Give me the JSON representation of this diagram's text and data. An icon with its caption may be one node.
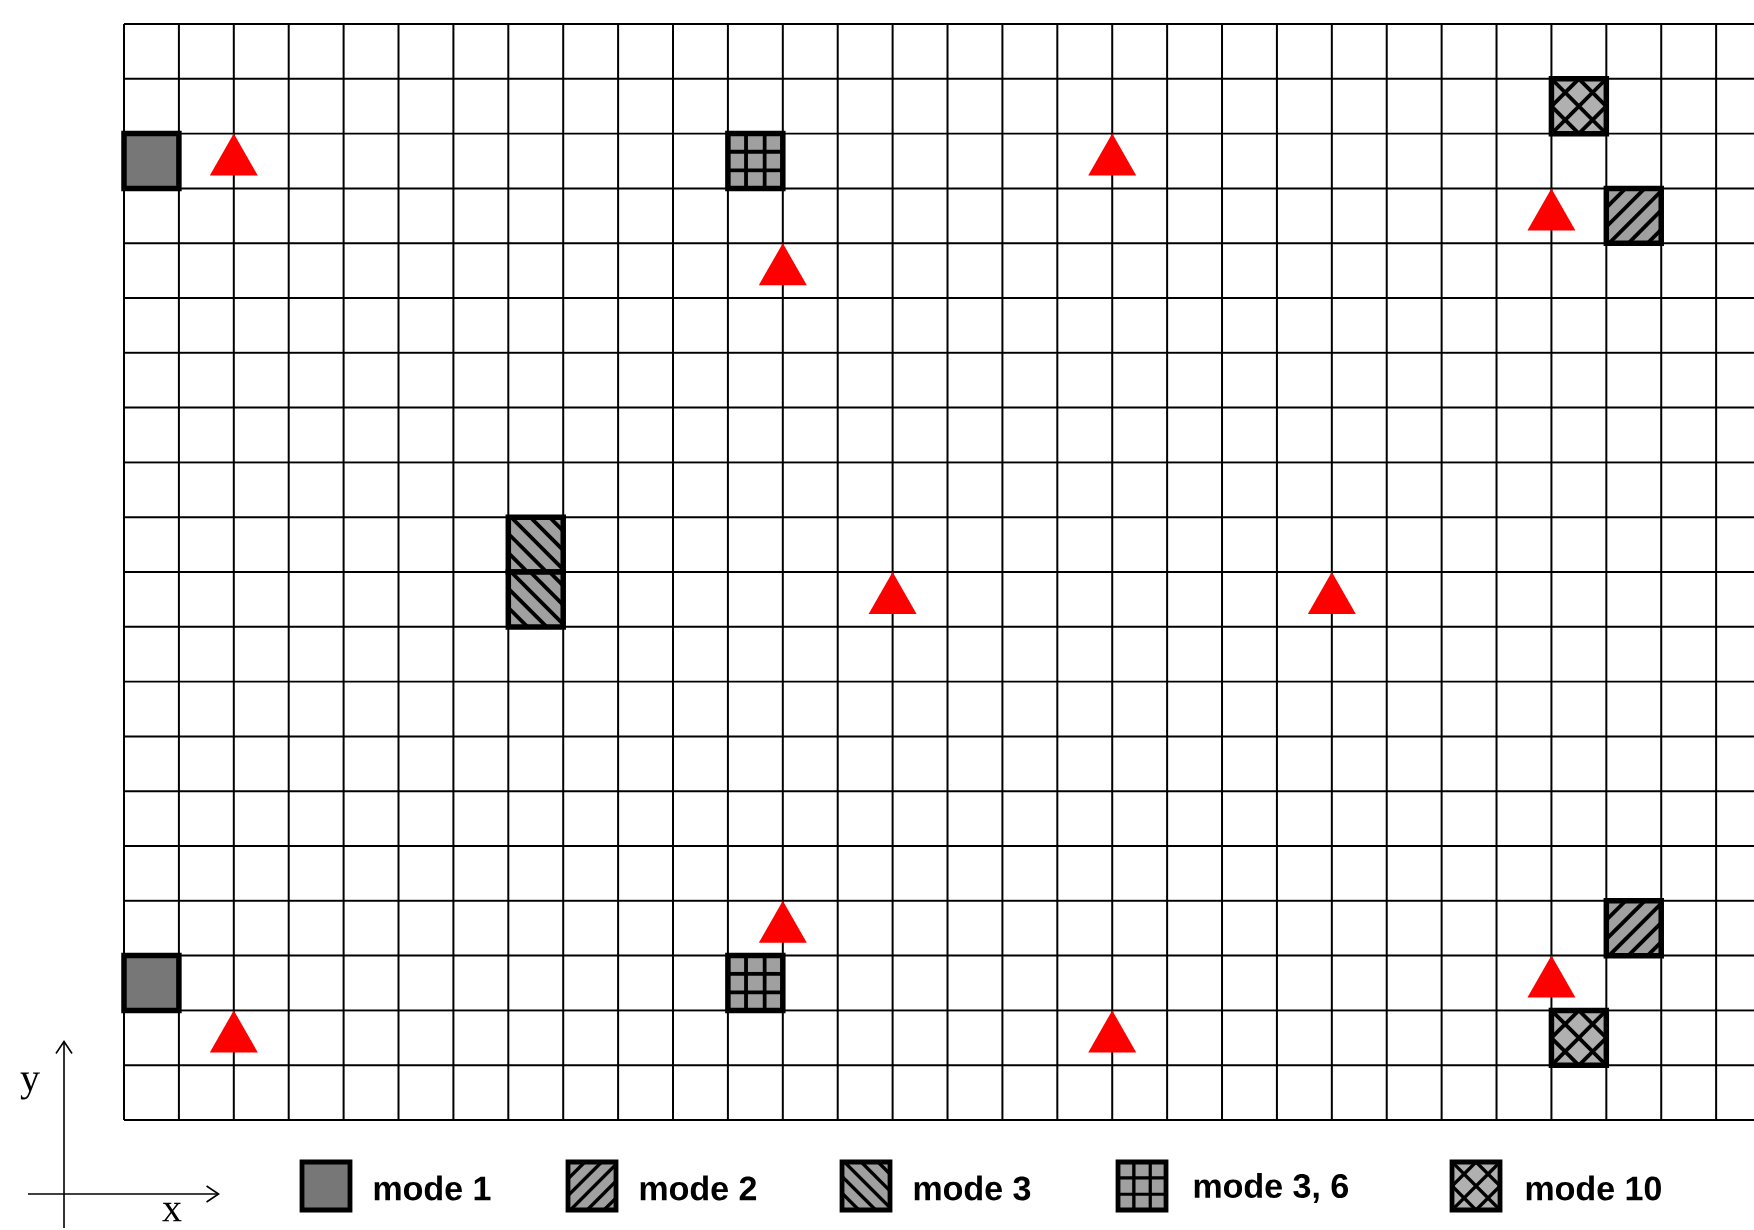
{
  "diagram": {
    "labels": [
      "y",
      "x"
    ],
    "legend": [
      {
        "text": "mode 1",
        "color": "#777777"
      },
      {
        "text": "mode 2"
      },
      {
        "text": "mode 3"
      },
      {
        "text": "mode 3, 6"
      },
      {
        "text": "mode 10"
      }
    ]
  }
}
